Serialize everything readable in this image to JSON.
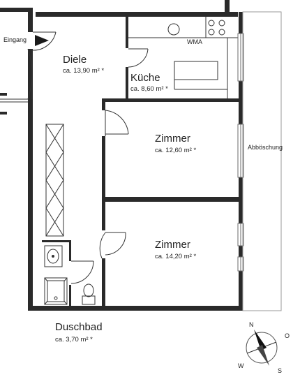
{
  "rooms": {
    "diele": {
      "name": "Diele",
      "area": "ca. 13,90 m² *"
    },
    "kueche": {
      "name": "Küche",
      "area": "ca. 8,60 m² *"
    },
    "zimmer1": {
      "name": "Zimmer",
      "area": "ca. 12,60 m² *"
    },
    "zimmer2": {
      "name": "Zimmer",
      "area": "ca. 14,20 m² *"
    },
    "bad": {
      "name": "Duschbad",
      "area": "ca. 3,70 m² *"
    }
  },
  "labels": {
    "entrance": "Eingang",
    "wma": "WMA",
    "slope": "Abböschung"
  },
  "compass": {
    "n": "N",
    "o": "O",
    "s": "S",
    "w": "W"
  },
  "colors": {
    "wall": "#2a2a2a",
    "line": "#333333",
    "window": "#6a6a6a"
  }
}
